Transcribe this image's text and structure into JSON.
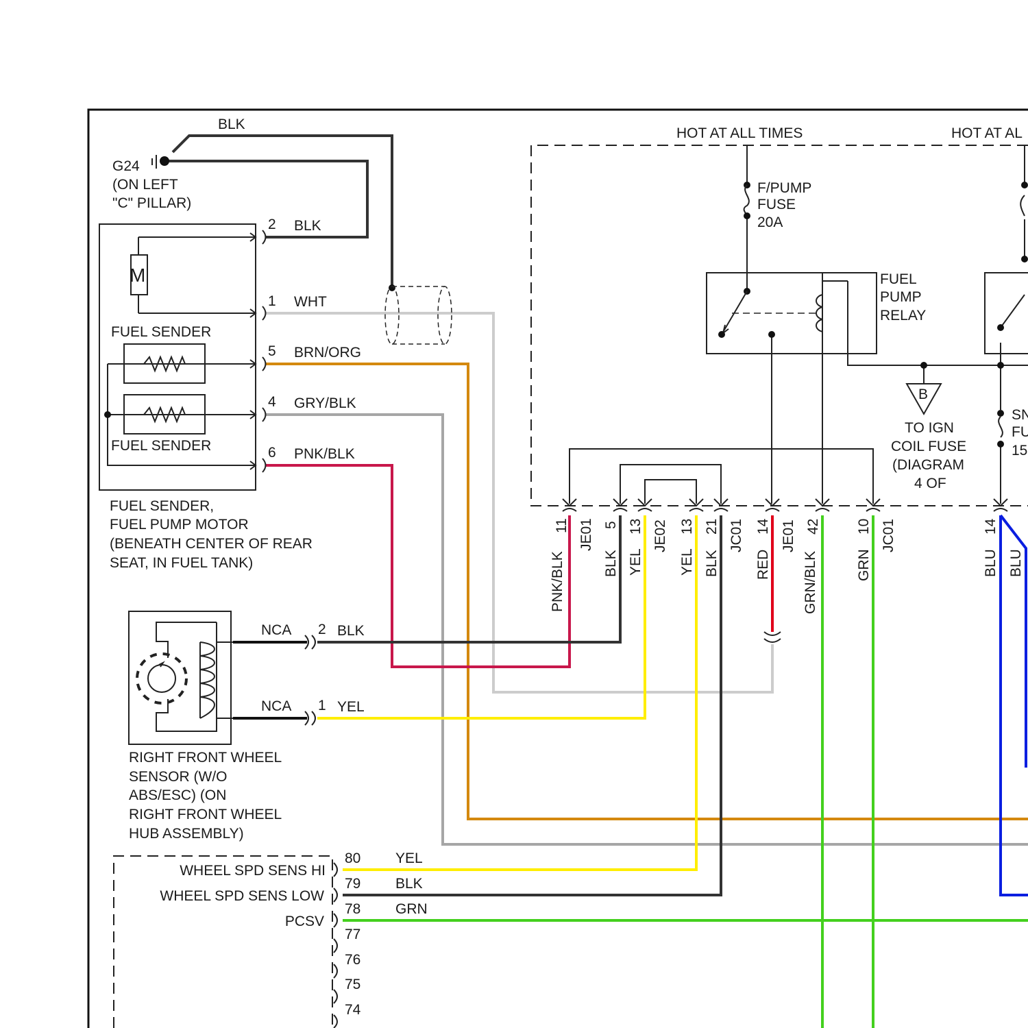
{
  "ground": {
    "id": "G24",
    "loc1": "(ON LEFT",
    "loc2": "\"C\" PILLAR)",
    "wire": "BLK"
  },
  "power": {
    "hot1": "HOT AT ALL TIMES",
    "hot2": "HOT AT AL"
  },
  "fuse": {
    "l1": "F/PUMP",
    "l2": "FUSE",
    "l3": "20A"
  },
  "relay": {
    "l1": "FUEL",
    "l2": "PUMP",
    "l3": "RELAY"
  },
  "ign": {
    "letter": "B",
    "l1": "TO IGN",
    "l2": "COIL FUSE",
    "l3": "(DIAGRAM",
    "l4": "4 OF"
  },
  "snfuse": {
    "l1": "SN",
    "l2": "FU",
    "l3": "15"
  },
  "fuel_module": {
    "motor": "M",
    "sender1": "FUEL SENDER",
    "sender2": "FUEL SENDER",
    "cap1": "FUEL SENDER,",
    "cap2": "FUEL PUMP MOTOR",
    "cap3": "(BENEATH CENTER OF REAR",
    "cap4": "SEAT, IN FUEL TANK)",
    "pins": [
      {
        "pin": "2",
        "color": "BLK"
      },
      {
        "pin": "1",
        "color": "WHT"
      },
      {
        "pin": "5",
        "color": "BRN/ORG"
      },
      {
        "pin": "4",
        "color": "GRY/BLK"
      },
      {
        "pin": "6",
        "color": "PNK/BLK"
      }
    ]
  },
  "wheel_sensor": {
    "nca1": "NCA",
    "pin1": "2",
    "color1": "BLK",
    "nca2": "NCA",
    "pin2": "1",
    "color2": "YEL",
    "cap1": "RIGHT FRONT WHEEL",
    "cap2": "SENSOR (W/O",
    "cap3": "ABS/ESC) (ON",
    "cap4": "RIGHT FRONT WHEEL",
    "cap5": "HUB ASSEMBLY)"
  },
  "connectors": [
    {
      "pin": "11",
      "conn": "JE01",
      "color": "PNK/BLK"
    },
    {
      "pin": "5",
      "conn": "",
      "color": "BLK"
    },
    {
      "pin": "13",
      "conn": "JE02",
      "color": "YEL"
    },
    {
      "pin": "13",
      "conn": "",
      "color": "YEL"
    },
    {
      "pin": "21",
      "conn": "JC01",
      "color": "BLK"
    },
    {
      "pin": "14",
      "conn": "JE01",
      "color": "RED"
    },
    {
      "pin": "42",
      "conn": "",
      "color": "GRN/BLK"
    },
    {
      "pin": "10",
      "conn": "JC01",
      "color": "GRN"
    },
    {
      "pin": "14",
      "conn": "",
      "color": "BLU"
    },
    {
      "pin": "",
      "conn": "",
      "color": "BLU"
    }
  ],
  "pcm": {
    "pins": [
      {
        "pin": "80",
        "label": "WHEEL SPD SENS HI",
        "color": "YEL"
      },
      {
        "pin": "79",
        "label": "WHEEL SPD SENS LOW",
        "color": "BLK"
      },
      {
        "pin": "78",
        "label": "PCSV",
        "color": "GRN"
      },
      {
        "pin": "77",
        "label": "",
        "color": ""
      },
      {
        "pin": "76",
        "label": "",
        "color": ""
      },
      {
        "pin": "75",
        "label": "",
        "color": ""
      },
      {
        "pin": "74",
        "label": "",
        "color": ""
      }
    ]
  },
  "colors": {
    "blk": "#333333",
    "wht": "#cccccc",
    "brn_org": "#d4890f",
    "gry_blk": "#a6a6a6",
    "pnk_blk": "#c8174b",
    "yel": "#ffee00",
    "red": "#e0001a",
    "grn": "#44d01e",
    "blu": "#0a1ee0"
  }
}
